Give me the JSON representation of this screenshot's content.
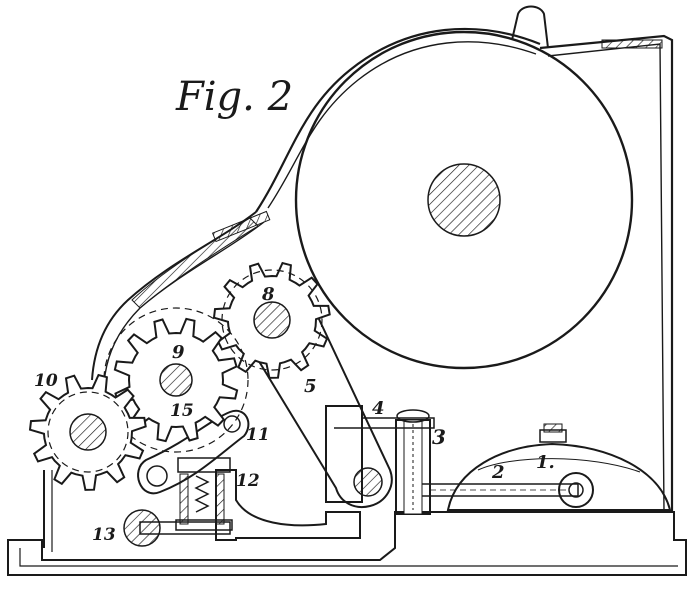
{
  "figure": {
    "title": "Fig. 2",
    "labels": {
      "l1": "1.",
      "l2": "2",
      "l3": "3",
      "l4": "4",
      "l5": "5",
      "l8": "8",
      "l9": "9",
      "l10": "10",
      "l11": "11",
      "l12": "12",
      "l13": "13",
      "l15": "15"
    }
  },
  "colors": {
    "ink": "#1a1a1a",
    "paper": "#ffffff"
  }
}
